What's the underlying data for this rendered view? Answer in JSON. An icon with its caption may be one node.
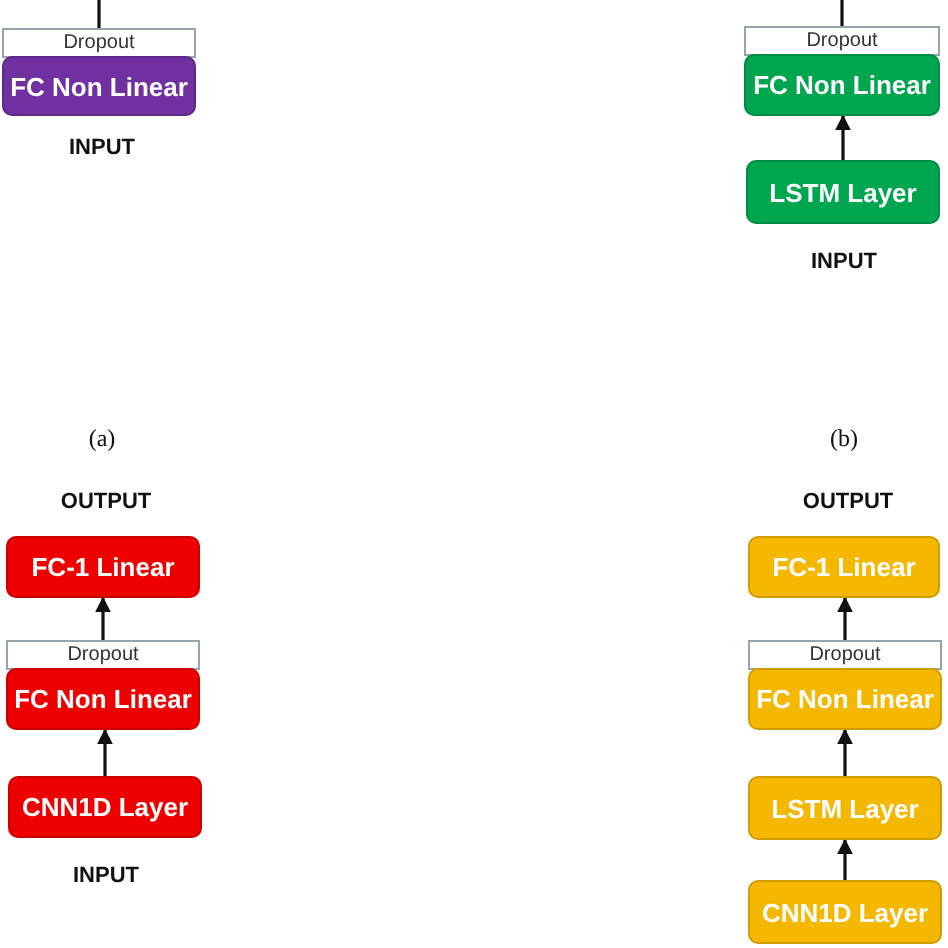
{
  "diagram": {
    "nodes": [
      {
        "text": [
          "Dropout"
        ]
      },
      {
        "text": [
          "FC Non Linear"
        ]
      },
      {
        "text": [
          "Dropout"
        ]
      },
      {
        "text": [
          "FC Non Linear"
        ]
      },
      {
        "text": [
          "LSTM Layer"
        ]
      },
      {
        "text": [
          "FC-1 Linear"
        ]
      },
      {
        "text": [
          "Dropout"
        ]
      },
      {
        "text": [
          "FC Non Linear"
        ]
      },
      {
        "text": [
          "CNN1D Layer"
        ]
      },
      {
        "text": [
          "FC-1 Linear"
        ]
      },
      {
        "text": [
          "Dropout"
        ]
      },
      {
        "text": [
          "FC Non Linear"
        ]
      },
      {
        "text": [
          "LSTM Layer"
        ]
      },
      {
        "text": [
          "CNN1D Layer"
        ]
      }
    ],
    "edges": [
      {
        "from": 0,
        "to": null,
        "arrow": "none"
      },
      {
        "from": 2,
        "to": null,
        "arrow": "none"
      },
      {
        "from": 4,
        "to": 3,
        "arrow": "to"
      },
      {
        "from": 6,
        "to": 5,
        "arrow": "to"
      },
      {
        "from": 8,
        "to": 7,
        "arrow": "to"
      },
      {
        "from": 10,
        "to": 9,
        "arrow": "to"
      },
      {
        "from": 12,
        "to": 11,
        "arrow": "to"
      },
      {
        "from": 13,
        "to": 12,
        "arrow": "to"
      }
    ],
    "labels": [
      "INPUT",
      "INPUT",
      "(a)",
      "(b)",
      "OUTPUT",
      "OUTPUT",
      "INPUT"
    ]
  }
}
